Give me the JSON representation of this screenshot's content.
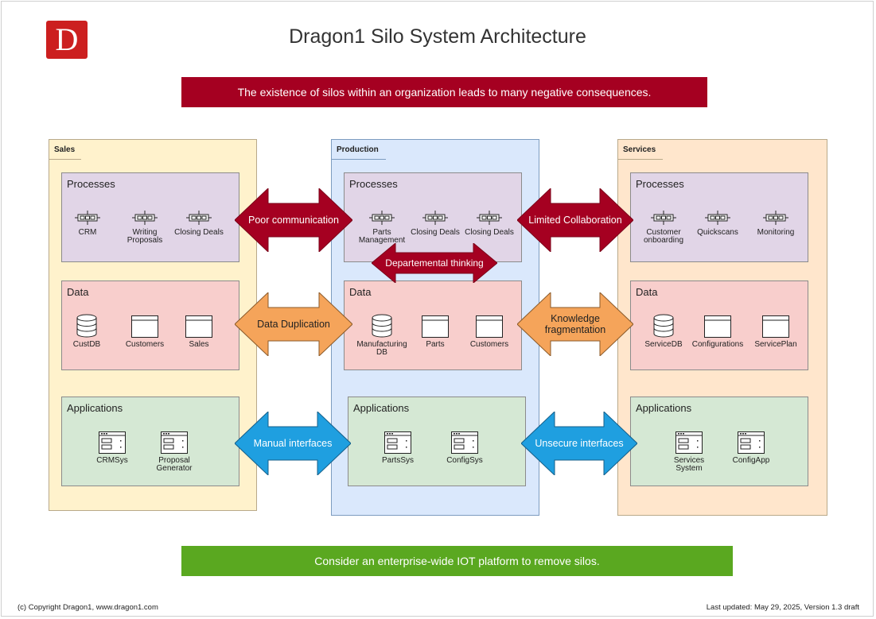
{
  "logo": {
    "letter": "D"
  },
  "title": "Dragon1 Silo System Architecture",
  "top_banner": "The existence of silos within an organization leads to many negative consequences.",
  "bottom_banner": "Consider an enterprise-wide IOT platform to remove silos.",
  "silos": {
    "sales": {
      "label": "Sales",
      "processes": {
        "label": "Processes",
        "items": [
          "CRM",
          "Writing Proposals",
          "Closing Deals"
        ]
      },
      "data": {
        "label": "Data",
        "items": [
          "CustDB",
          "Customers",
          "Sales"
        ]
      },
      "applications": {
        "label": "Applications",
        "items": [
          "CRMSys",
          "Proposal Generator"
        ]
      }
    },
    "production": {
      "label": "Production",
      "processes": {
        "label": "Processes",
        "items": [
          "Parts Management",
          "Closing Deals",
          "Closing Deals"
        ]
      },
      "data": {
        "label": "Data",
        "items": [
          "Manufacturing DB",
          "Parts",
          "Customers"
        ]
      },
      "applications": {
        "label": "Applications",
        "items": [
          "PartsSys",
          "ConfigSys"
        ]
      }
    },
    "services": {
      "label": "Services",
      "processes": {
        "label": "Processes",
        "items": [
          "Customer onboarding",
          "Quickscans",
          "Monitoring"
        ]
      },
      "data": {
        "label": "Data",
        "items": [
          "ServiceDB",
          "Configurations",
          "ServicePlan"
        ]
      },
      "applications": {
        "label": "Applications",
        "items": [
          "Services System",
          "ConfigApp"
        ]
      }
    }
  },
  "arrows": {
    "poor_communication": "Poor communication",
    "limited_collaboration": "Limited Collaboration",
    "departemental_thinking": "Departemental thinking",
    "data_duplication": "Data Duplication",
    "knowledge_fragmentation": "Knowledge fragmentation",
    "manual_interfaces": "Manual interfaces",
    "unsecure_interfaces": "Unsecure interfaces"
  },
  "footer": {
    "copyright": "(c) Copyright Dragon1, www.dragon1.com",
    "last_updated": "Last updated: May 29, 2025, Version 1.3 draft"
  },
  "colors": {
    "banner_red": "#a50021",
    "banner_green": "#5aa820",
    "arrow_red": "#a50021",
    "arrow_orange": "#f5a45a",
    "arrow_blue": "#1f9fe0",
    "sales_bg": "#fff2cc",
    "production_bg": "#dae8fc",
    "services_bg": "#ffe6cc"
  },
  "icons": {
    "process": "process-icon",
    "database": "database-icon",
    "data_entity": "data-entity-icon",
    "application": "application-icon"
  }
}
